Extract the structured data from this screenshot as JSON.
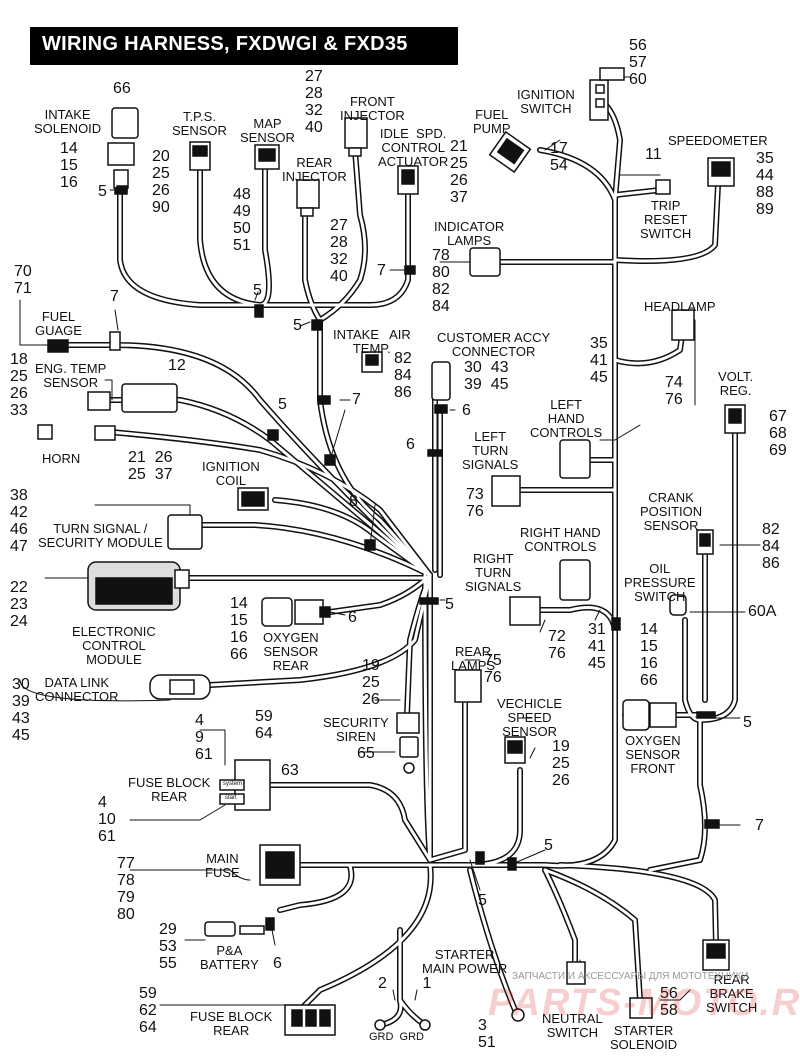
{
  "title": "WIRING HARNESS, FXDWGI & FXD35",
  "watermark": {
    "text": "ЗАПЧАСТИ И АКСЕССУАРЫ ДЛЯ МОТОТЕХНИКИ",
    "logo": "PARTS-MOTO.RU"
  },
  "callouts": {
    "ignition_switch_nums": "56\n57\n60",
    "intake_solenoid_top": "66",
    "intake_solenoid_nums": "14\n15\n16",
    "tps_nums": "20\n25\n26\n90",
    "map_nums": "48\n49\n50\n51",
    "front_injector_nums": "27\n28\n32\n40",
    "rear_injector_nums": "27\n28\n32\n40",
    "idle_nums": "21\n25\n26\n37",
    "fuel_pump_nums": "17\n54",
    "trip_reset_num": "11",
    "speedometer_nums": "35\n44\n88\n89",
    "indicator_lamps_nums": "78\n80\n82\n84",
    "fuel_gauge_nums": "70\n71",
    "eng_temp_nums": "18\n25\n26\n33",
    "num_12": "12",
    "intake_air_nums": "82\n84\n86",
    "cust_accy_nums": "30  43\n39  45",
    "left_hand_nums": "35\n41\n45",
    "headlamp_nums": "74\n76",
    "volt_reg_nums": "67\n68\n69",
    "left_turn_nums": "73\n76",
    "ignition_coil_nums": "21  26\n25  37",
    "turn_sig_mod_nums": "38\n42\n46\n47",
    "num_8": "8",
    "ecm_nums": "22\n23\n24",
    "oxy_rear_nums": "14\n15\n16\n66",
    "crank_nums": "82\n84\n86",
    "right_turn_nums": "72\n76",
    "right_hand_nums": "31\n41\n45",
    "oil_pressure_num": "60A",
    "oxy_front_nums": "14\n15\n16\n66",
    "dlc_nums": "30\n39\n43\n45",
    "siren_top_nums": "19\n25\n26",
    "siren_num": "65",
    "rear_lamps_nums": "75\n76",
    "vss_nums": "19\n25\n26",
    "fbr_top_nums": "4\n9\n61",
    "fbr_nums_59_64": "59\n64",
    "fbr_num_63": "63",
    "fbr_bottom_nums": "4\n10\n61",
    "main_fuse_nums": "77\n78\n79\n80",
    "pa_nums": "29\n53\n55",
    "fb2_nums": "59\n62\n64",
    "grd_nums": "2        1",
    "starter_power_nums": "3\n51",
    "starter_sol_nums": "56\n58",
    "n5": "5",
    "n6": "6",
    "n7": "7"
  },
  "labels": {
    "ignition_switch": "IGNITION\nSWITCH",
    "intake_solenoid": "INTAKE\nSOLENOID",
    "tps_sensor": "T.P.S.\nSENSOR",
    "map_sensor": "MAP\nSENSOR",
    "front_injector": "FRONT\nINJECTOR",
    "rear_injector": "REAR\nINJECTOR",
    "idle_actuator": "IDLE  SPD.\nCONTROL\nACTUATOR",
    "fuel_pump": "FUEL\nPUMP",
    "speedometer": "SPEEDOMETER",
    "trip_reset": "TRIP\nRESET\nSWITCH",
    "indicator_lamps": "INDICATOR\nLAMPS",
    "fuel_gauge": "FUEL\nGUAGE",
    "eng_temp_sensor": "ENG. TEMP\nSENSOR",
    "intake_air_temp": "INTAKE   AIR\nTEMP.",
    "customer_accy": "CUSTOMER ACCY\nCONNECTOR",
    "headlamp": "HEADLAMP",
    "horn": "HORN",
    "left_hand_controls": "LEFT\nHAND\nCONTROLS",
    "volt_reg": "VOLT.\nREG.",
    "left_turn_signals": "LEFT\nTURN\nSIGNALS",
    "ignition_coil": "IGNITION\nCOIL",
    "turn_signal_module": "TURN SIGNAL /\nSECURITY MODULE",
    "crank_sensor": "CRANK\nPOSITION\nSENSOR",
    "ecm": "ELECTRONIC\nCONTROL\nMODULE",
    "oxygen_rear": "OXYGEN\nSENSOR\nREAR",
    "right_hand_controls": "RIGHT HAND\nCONTROLS",
    "right_turn_signals": "RIGHT\nTURN\nSIGNALS",
    "oil_pressure": "OIL\nPRESSURE\nSWITCH",
    "data_link": "DATA LINK\nCONNECTOR",
    "rear_lamps": "REAR\nLAMPS",
    "vss": "VECHICLE\nSPEED\nSENSOR",
    "oxygen_front": "OXYGEN\nSENSOR\nFRONT",
    "security_siren": "SECURITY\nSIREN",
    "fuse_block_rear": "FUSE BLOCK\nREAR",
    "main_fuse": "MAIN\nFUSE",
    "pa_battery": "P&A\nBATTERY",
    "starter_main_power": "STARTER\nMAIN POWER",
    "grd": "GRD  GRD",
    "rear_brake_switch": "REAR\nBRAKE\nSWITCH",
    "neutral_switch": "NEUTRAL\nSWITCH",
    "starter_solenoid": "STARTER\nSOLENOID",
    "fuse_block_rear_2": "FUSE BLOCK\nREAR",
    "system": "system",
    "start": "start"
  }
}
